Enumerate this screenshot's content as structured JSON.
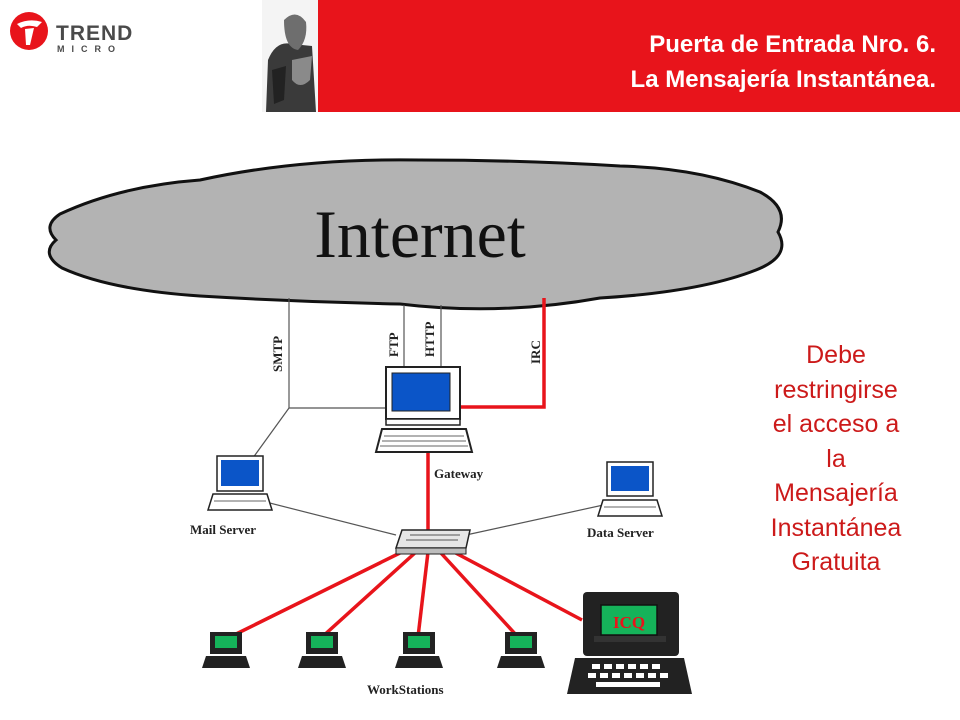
{
  "logo": {
    "brand": "TREND",
    "sub": "MICRO"
  },
  "header": {
    "title_line1": "Puerta de Entrada Nro. 6.",
    "title_line2": "La Mensajería Instantánea."
  },
  "diagram": {
    "cloud_label": "Internet",
    "protocols": {
      "smtp": "SMTP",
      "ftp": "FTP",
      "http": "HTTP",
      "irc": "IRC"
    },
    "nodes": {
      "gateway": "Gateway",
      "mail_server": "Mail Server",
      "data_server": "Data Server",
      "workstations": "WorkStations",
      "icq": "ICQ"
    }
  },
  "note": {
    "lines": [
      "Debe",
      "restringirse",
      "el acceso a",
      "la",
      "Mensajería",
      "Instantánea",
      "Gratuita"
    ]
  },
  "colors": {
    "red": "#e8141b",
    "cloud": "#b3b3b3",
    "screen": "#0b55c8",
    "icq_screen": "#15b35a",
    "note": "#cc1a1a"
  }
}
